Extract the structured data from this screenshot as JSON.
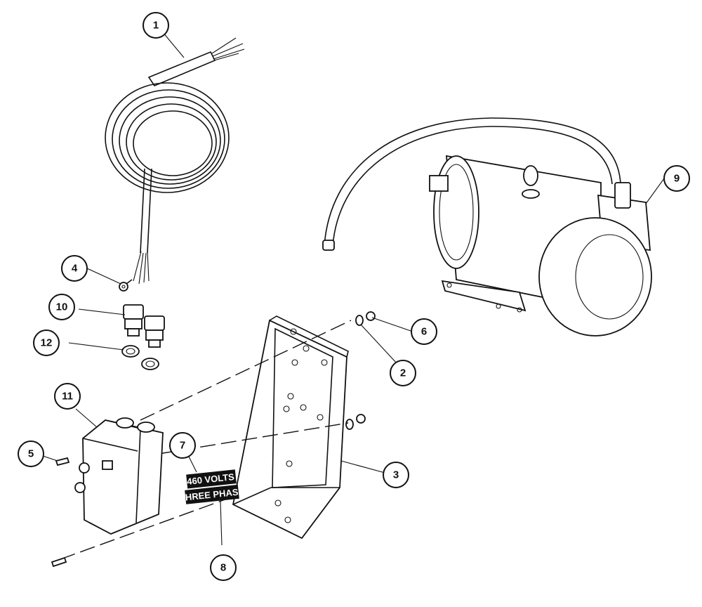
{
  "callouts": [
    {
      "number": "1"
    },
    {
      "number": "2"
    },
    {
      "number": "3"
    },
    {
      "number": "4"
    },
    {
      "number": "5"
    },
    {
      "number": "6"
    },
    {
      "number": "7"
    },
    {
      "number": "8"
    },
    {
      "number": "9"
    },
    {
      "number": "10"
    },
    {
      "number": "11"
    },
    {
      "number": "12"
    }
  ],
  "voltage_label": {
    "line1": "460 VOLTS",
    "line2": "THREE PHASE"
  }
}
